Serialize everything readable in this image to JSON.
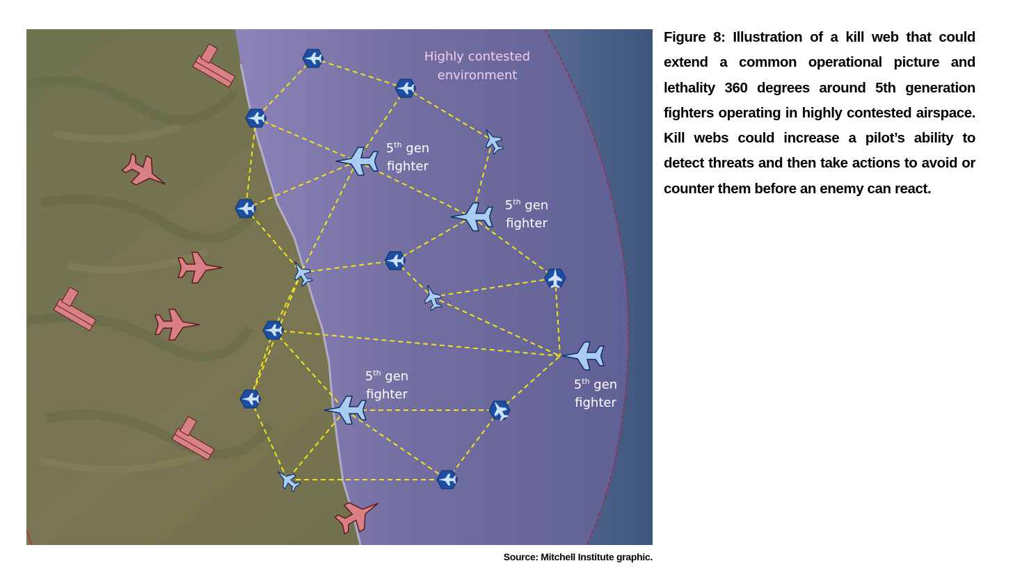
{
  "caption": {
    "text": "Figure 8: Illustration of a kill web that could extend a common operational picture and lethality 360 degrees around 5th generation fighters operating in highly contested airspace. Kill webs could increase a pilot’s ability to detect threats and then take actions to avoid or counter them before an enemy can react."
  },
  "source": {
    "text": "Source: Mitchell Institute graphic."
  },
  "map": {
    "contested_label": [
      "Highly contested",
      "environment"
    ],
    "fighter_label_line2": "fighter",
    "fighter_label_sup": "th",
    "fighter_label_num": "5",
    "fighter_label_gen": " gen",
    "colors": {
      "land": "#72754f",
      "sea": "#6f6a9c",
      "outer_sea": "#4a5f88",
      "link_line": "#f2e51a",
      "friendly_node": "#1c4fa3",
      "friendly_aircraft": "#a9cdf0",
      "threat": "#d98084",
      "boundary": "#b02035",
      "contested_label": "#f2cdee"
    },
    "icons": {
      "friendly_node": "hexagon-aircraft-icon",
      "friendly_fighter": "fifth-gen-fighter-icon",
      "threat_aircraft": "enemy-fighter-icon",
      "threat_sam": "sam-launcher-icon"
    }
  }
}
